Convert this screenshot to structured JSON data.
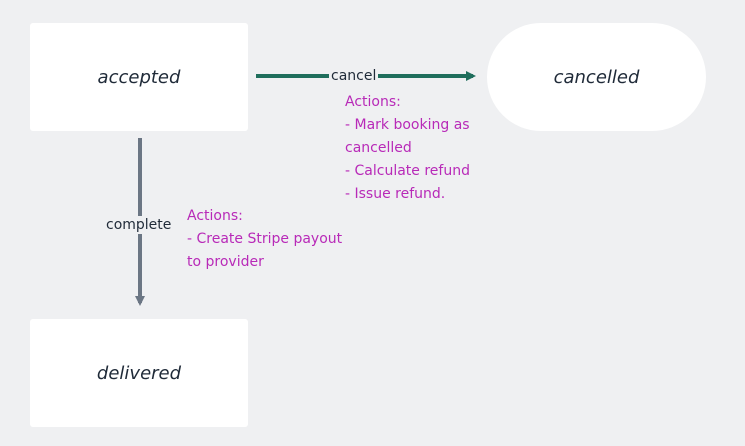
{
  "states": {
    "accepted": "accepted",
    "cancelled": "cancelled",
    "delivered": "delivered"
  },
  "transitions": {
    "cancel": {
      "label": "cancel",
      "actions": [
        "Actions:",
        "- Mark booking as",
        "cancelled",
        "- Calculate refund",
        "- Issue refund."
      ]
    },
    "complete": {
      "label": "complete",
      "actions": [
        "Actions:",
        "- Create Stripe payout",
        "to provider"
      ]
    }
  },
  "colors": {
    "background": "#eff0f2",
    "cancel_arrow": "#1f6e5c",
    "complete_arrow": "#6b7684",
    "action_text": "#b82ab8"
  }
}
